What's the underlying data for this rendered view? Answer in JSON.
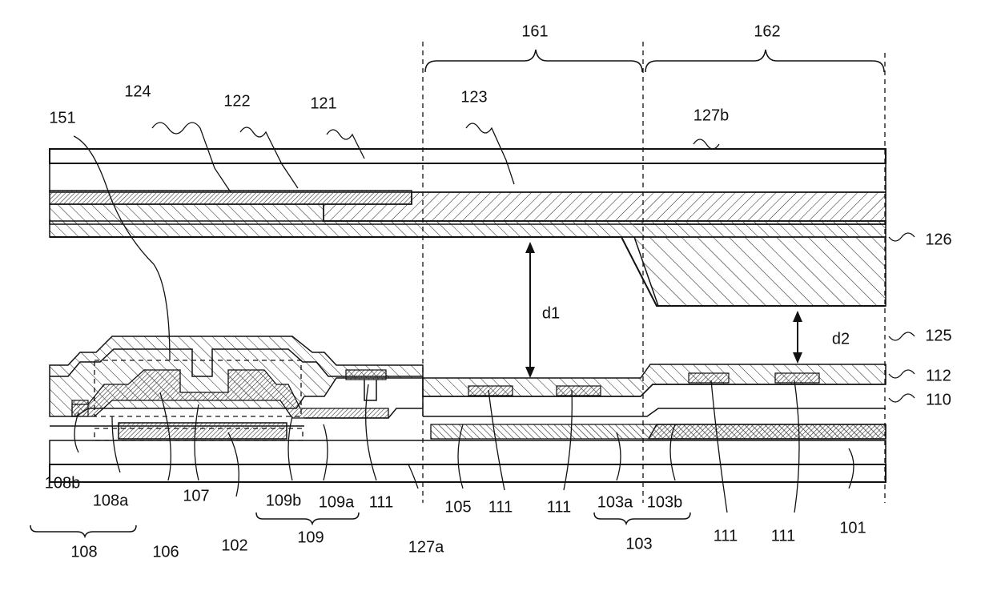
{
  "labels": {
    "l161": "161",
    "l162": "162",
    "l124": "124",
    "l122": "122",
    "l121": "121",
    "l123": "123",
    "l127b": "127b",
    "l151": "151",
    "l126": "126",
    "d1": "d1",
    "d2": "d2",
    "l125": "125",
    "l112": "112",
    "l110": "110",
    "l108b": "108b",
    "l108a": "108a",
    "l108": "108",
    "l107": "107",
    "l106": "106",
    "l102": "102",
    "l109b": "109b",
    "l109a": "109a",
    "l109": "109",
    "l111a": "111",
    "l127a": "127a",
    "l105": "105",
    "l111b": "111",
    "l111c": "111",
    "l103a": "103a",
    "l103b": "103b",
    "l103": "103",
    "l111d": "111",
    "l111e": "111",
    "l101": "101"
  }
}
